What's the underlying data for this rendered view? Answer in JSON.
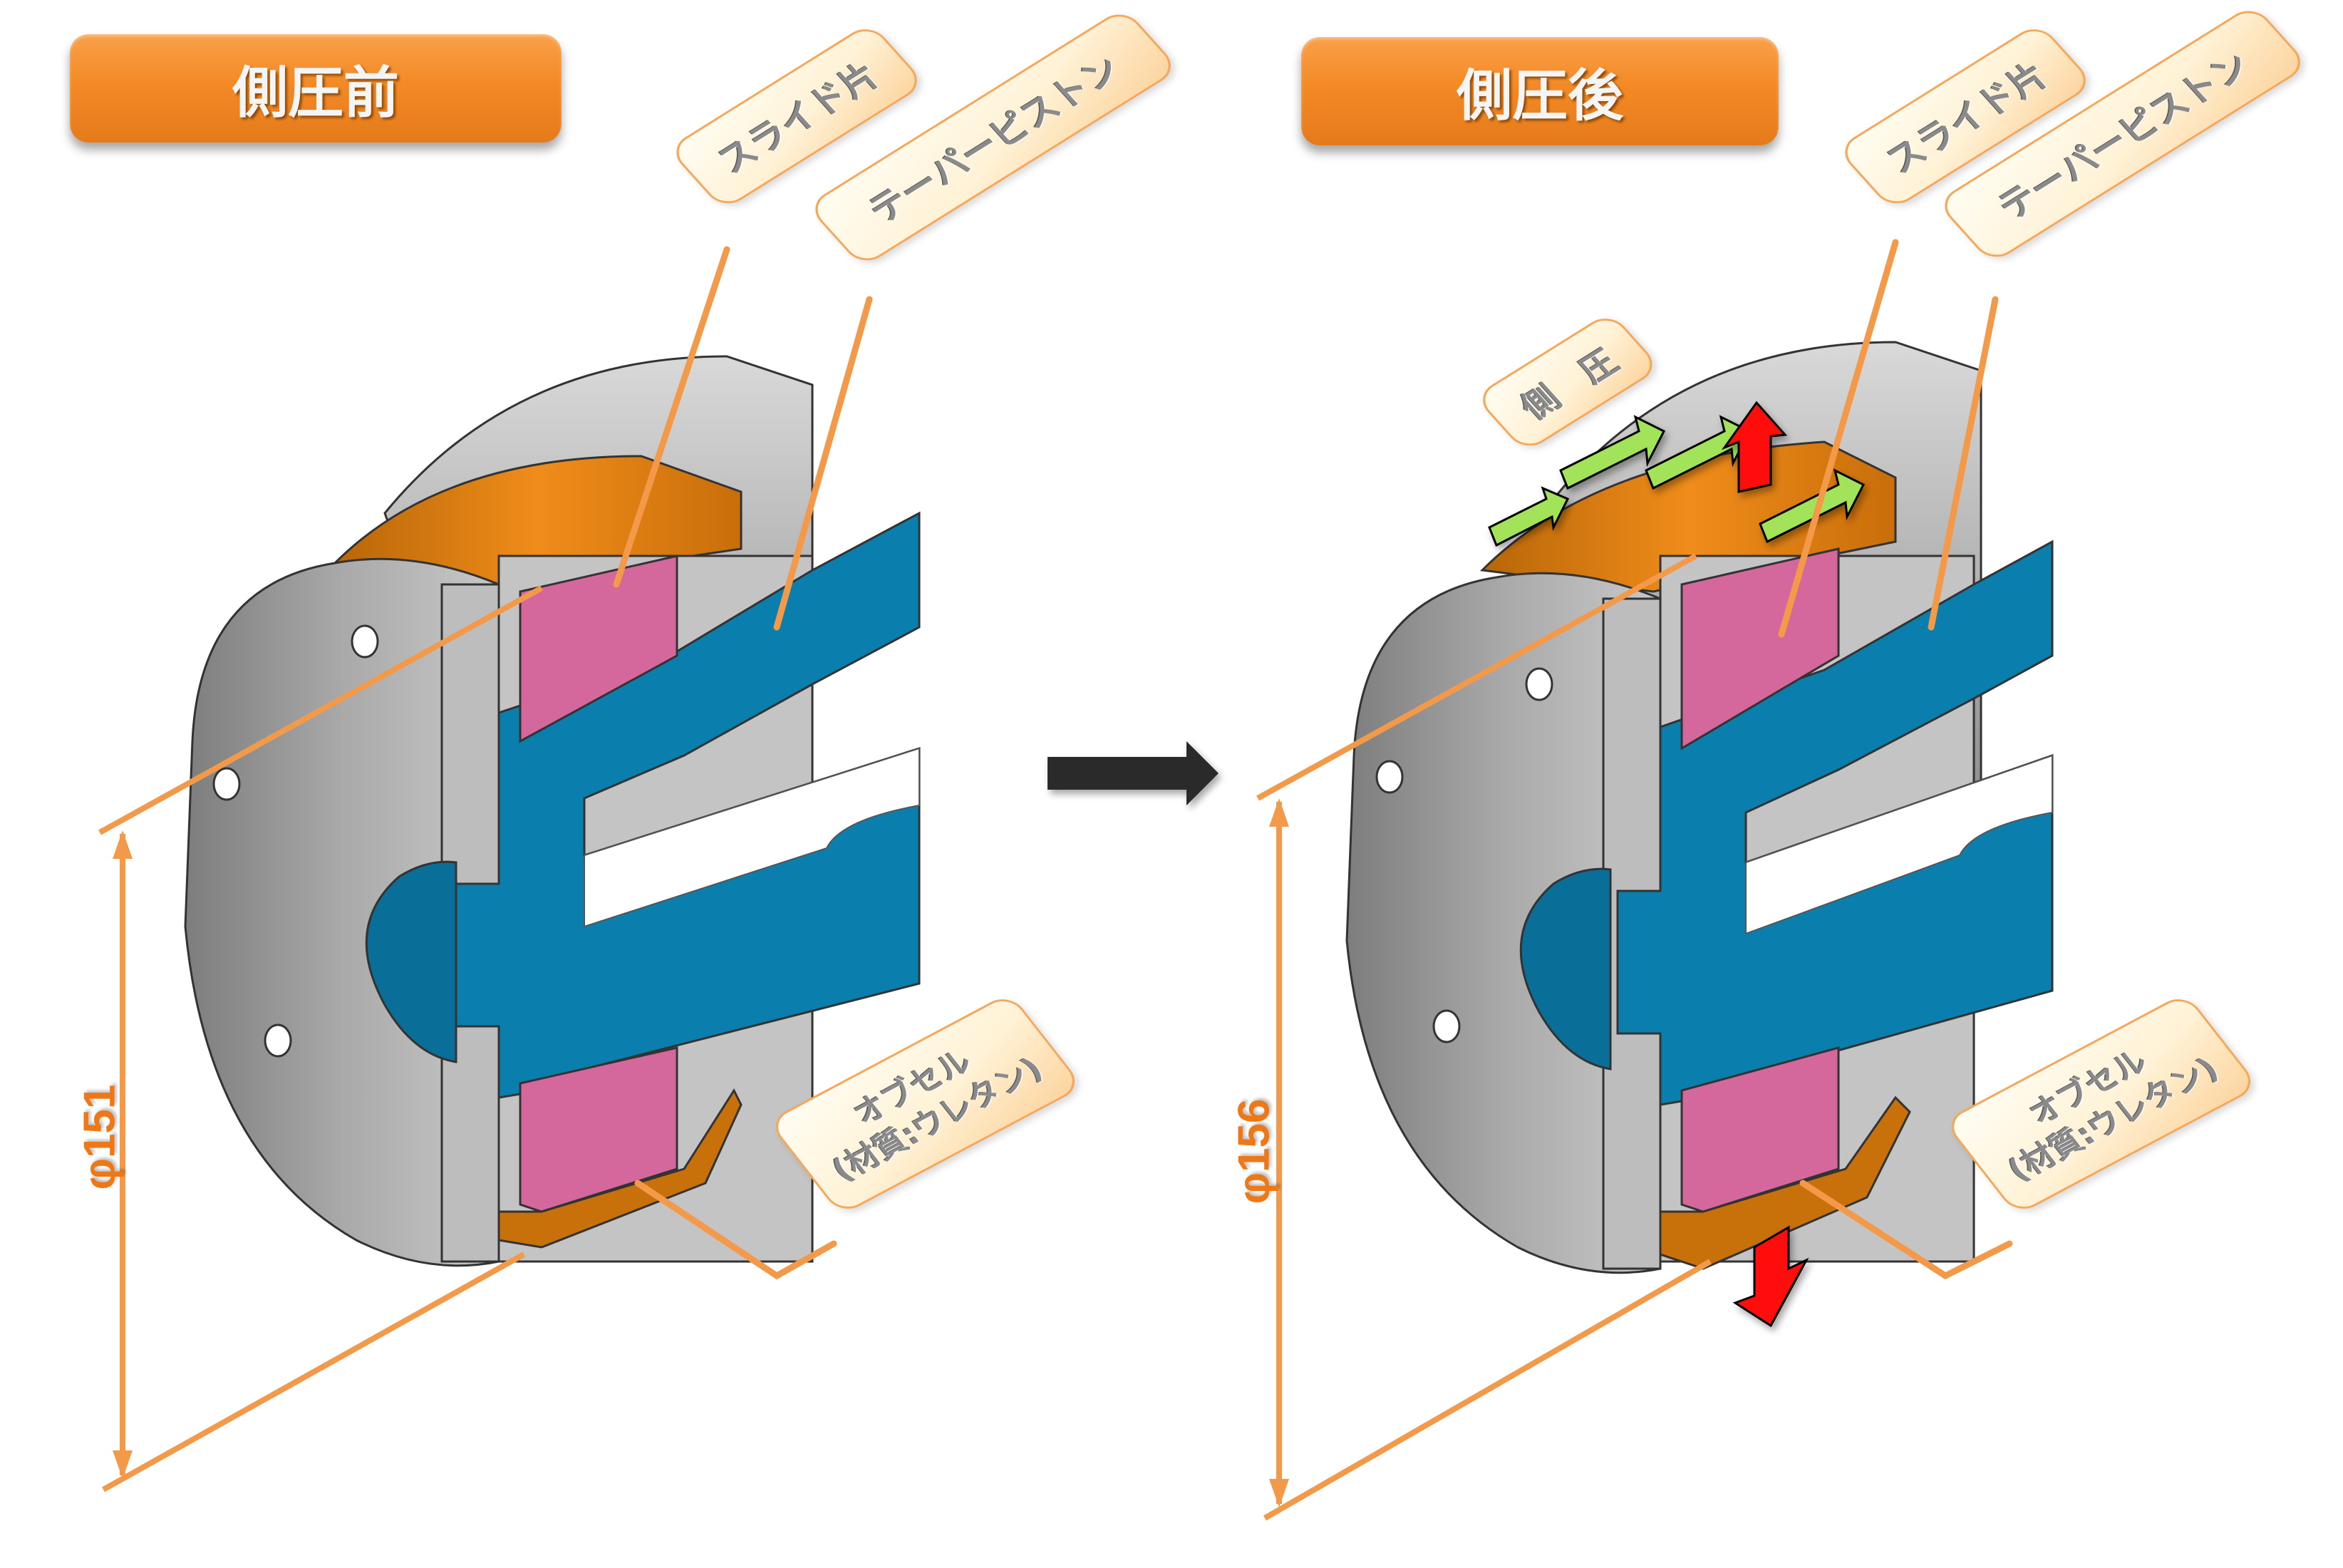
{
  "panels": [
    {
      "id": "before",
      "title": "側圧前",
      "title_chars": [
        "側",
        "圧",
        "前"
      ],
      "callouts": {
        "slide_piece": "スライド片",
        "taper_piston": "テーパーピストン",
        "obcell_line1": "オブセル",
        "obcell_line2": "(材質:ウレタン)"
      },
      "dimension": "φ151"
    },
    {
      "id": "after",
      "title": "側圧後",
      "title_chars": [
        "側",
        "圧",
        "後"
      ],
      "callouts": {
        "side_pressure": "側　圧",
        "slide_piece": "スライド片",
        "taper_piston": "テーパーピストン",
        "obcell_line1": "オブセル",
        "obcell_line2": "(材質:ウレタン)"
      },
      "dimension": "φ156"
    }
  ],
  "colors": {
    "title_orange": "#f38a26",
    "leader_orange": "#f39a4a",
    "dim_text": "#ee7716",
    "housing_gray": "#a9a9a9",
    "piston_blue": "#0a7fae",
    "slide_pink": "#d4679c",
    "obcell_orange": "#d97a12",
    "arrow_green": "#a3e35a",
    "arrow_red": "#ff0a0a",
    "transition_arrow": "#2b2b2b"
  }
}
